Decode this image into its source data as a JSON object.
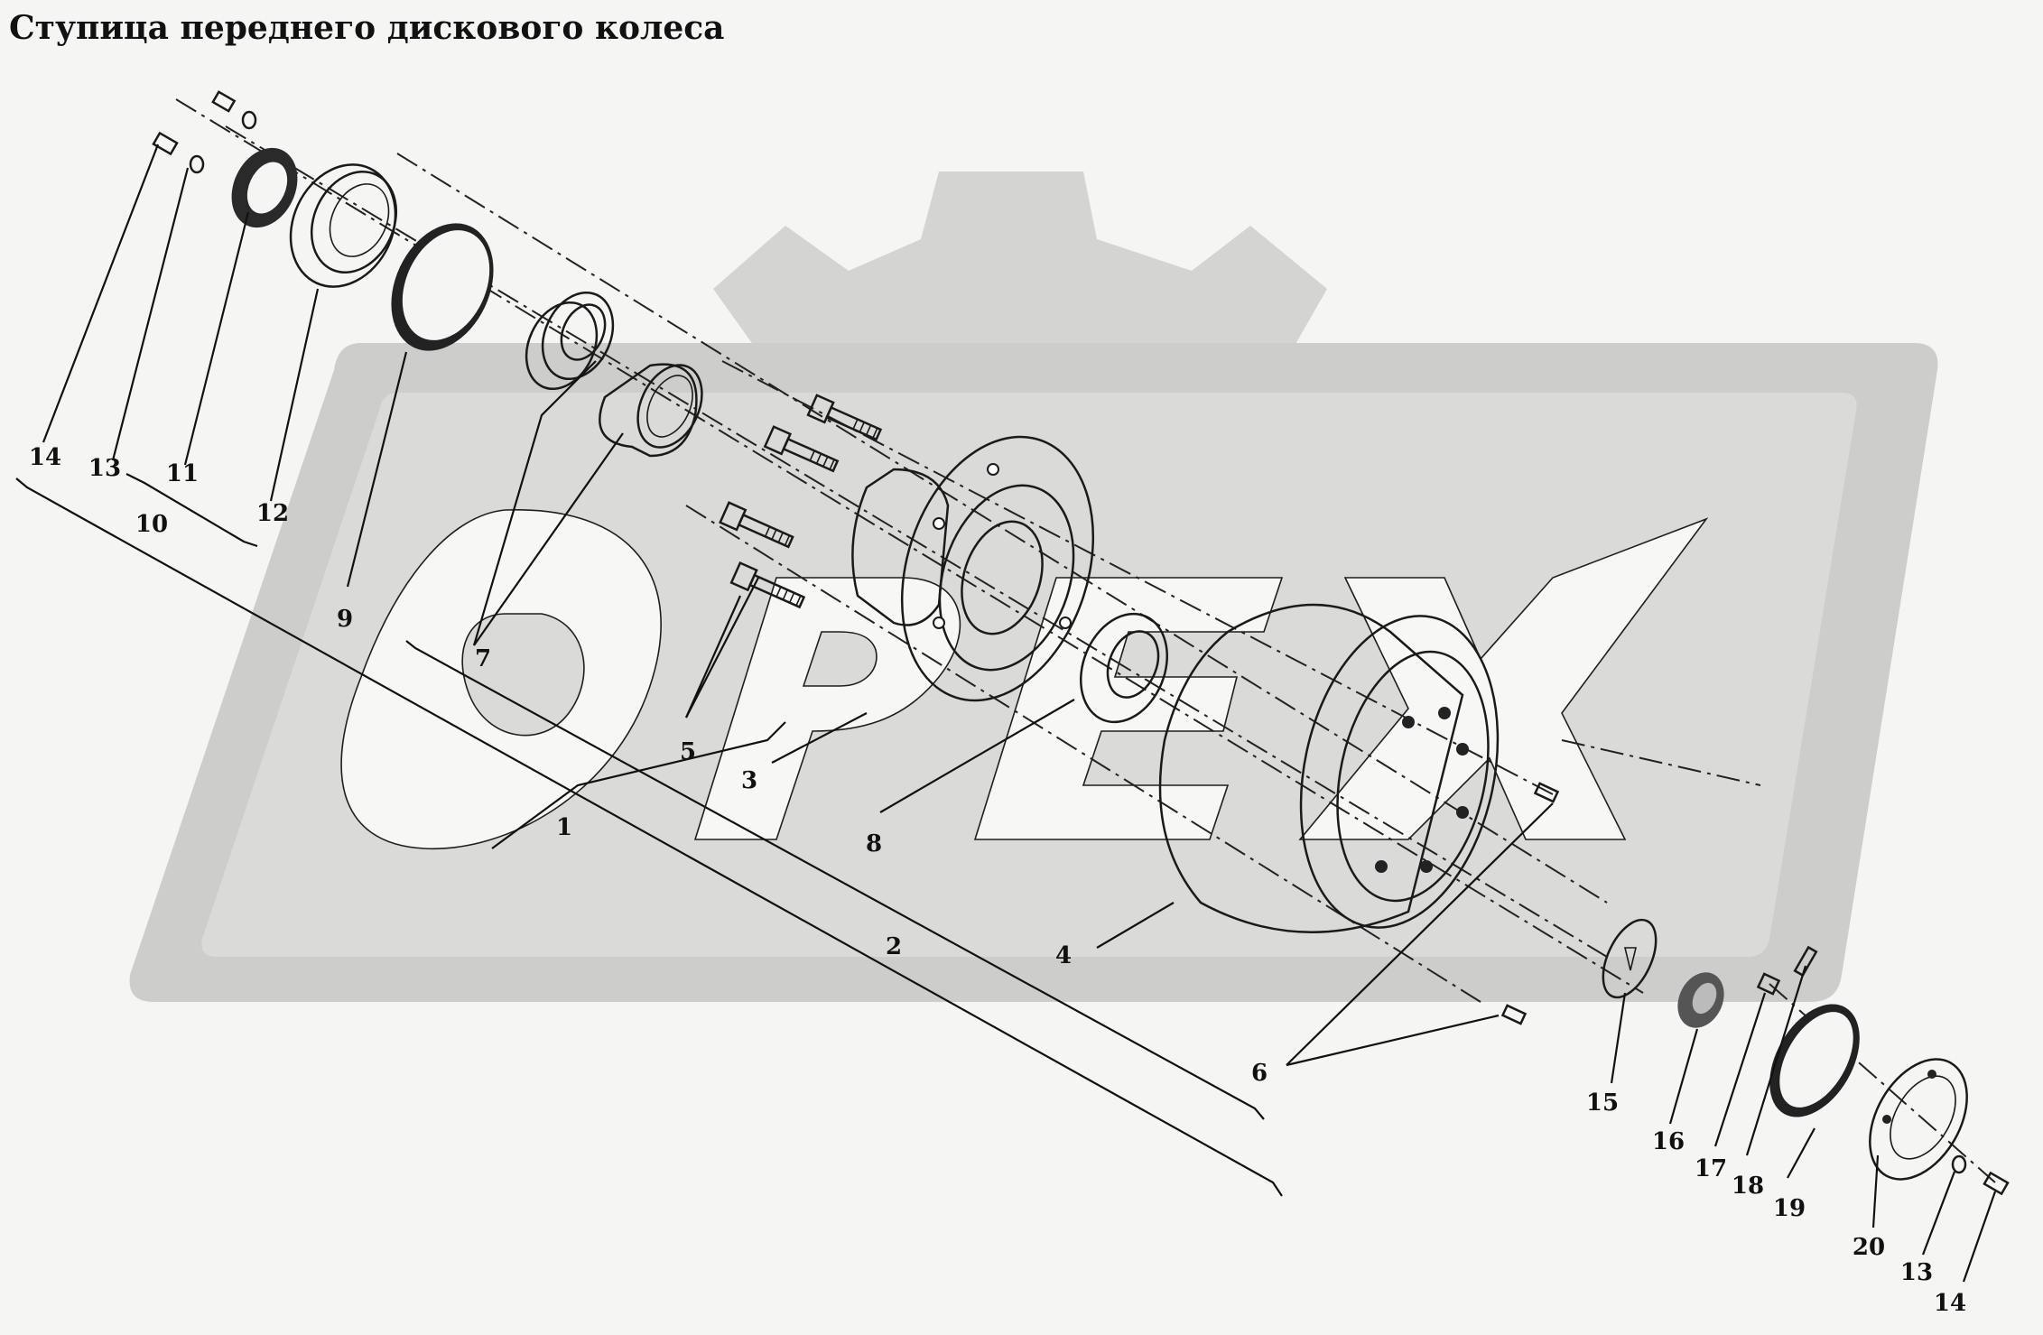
{
  "title": "Ступица переднего дискового колеса",
  "watermark": "OPEX",
  "colors": {
    "watermark": "#cdcdcb",
    "ink": "#1a1a1a",
    "background": "#f5f5f3"
  },
  "labels": {
    "l1": "1",
    "l2": "2",
    "l3": "3",
    "l4": "4",
    "l5": "5",
    "l6": "6",
    "l7": "7",
    "l8": "8",
    "l9": "9",
    "l10": "10",
    "l11": "11",
    "l12": "12",
    "l13a": "13",
    "l14a": "14",
    "l15": "15",
    "l16": "16",
    "l17": "17",
    "l18": "18",
    "l19": "19",
    "l20": "20",
    "l13b": "13",
    "l14b": "14"
  }
}
